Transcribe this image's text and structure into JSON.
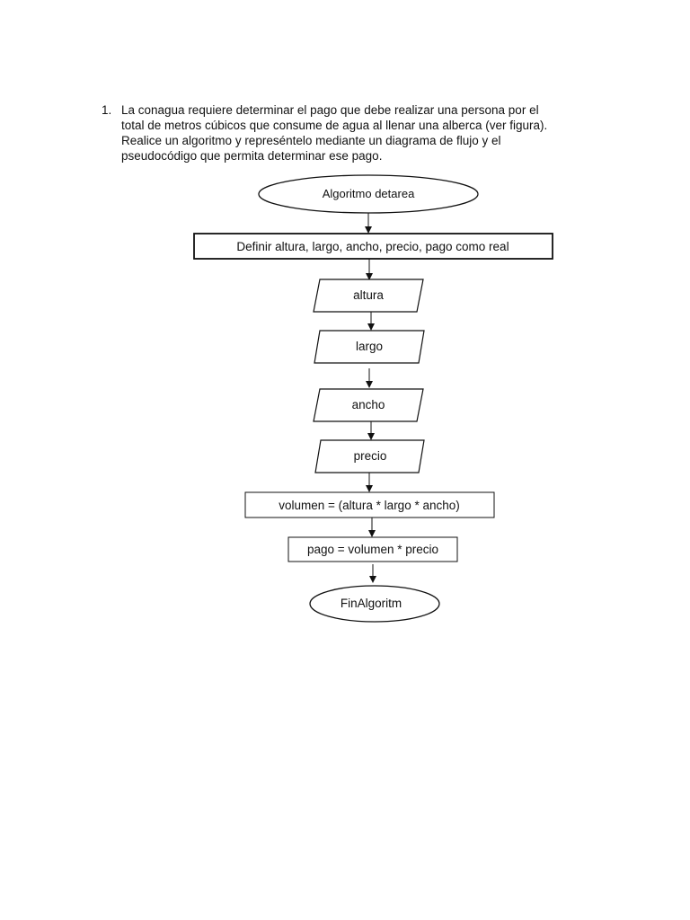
{
  "problem": {
    "number": "1.",
    "lines": [
      "La conagua requiere determinar el pago que debe realizar una persona por el",
      "total de metros cúbicos que consume de agua al llenar una alberca (ver figura).",
      "Realice un algoritmo y represéntelo mediante un diagrama de flujo y el",
      "pseudocódigo que permita determinar ese pago."
    ]
  },
  "flowchart": {
    "start": "Algoritmo detarea",
    "define": "Definir altura, largo, ancho, precio, pago como real",
    "inputs": [
      "altura",
      "largo",
      "ancho",
      "precio"
    ],
    "calc_volume": "volumen = (altura * largo * ancho)",
    "calc_payment": "pago = volumen * precio",
    "end": "FinAlgoritm"
  }
}
